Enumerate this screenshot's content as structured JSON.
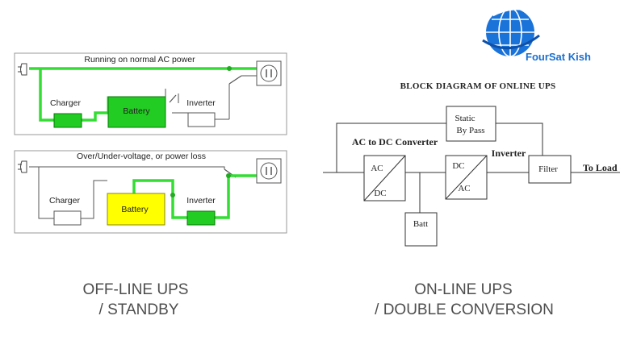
{
  "logo": {
    "text": "FourSat Kish",
    "accent": "#1a6fd0"
  },
  "offline": {
    "normal": {
      "title": "Running on normal AC power",
      "charger": "Charger",
      "battery": "Battery",
      "inverter": "Inverter"
    },
    "fault": {
      "title": "Over/Under-voltage, or power loss",
      "charger": "Charger",
      "battery": "Battery",
      "inverter": "Inverter"
    },
    "caption_line1": "OFF-LINE UPS",
    "caption_line2": "/ STANDBY"
  },
  "online": {
    "title": "BLOCK DIAGRAM OF ONLINE UPS",
    "static_line1": "Static",
    "static_line2": "By Pass",
    "ac_dc_label": "AC to DC Converter",
    "inverter_label": "Inverter",
    "rect_top": "AC",
    "rect_bottom": "DC",
    "inv_top": "DC",
    "inv_bottom": "AC",
    "filter": "Filter",
    "to_load": "To Load",
    "batt": "Batt",
    "caption_line1": "ON-LINE UPS",
    "caption_line2": "/ DOUBLE CONVERSION"
  },
  "colors": {
    "active_path": "#33dd33",
    "battery_normal": "#22cc22",
    "battery_fault": "#ffff00",
    "wire": "#555555"
  }
}
